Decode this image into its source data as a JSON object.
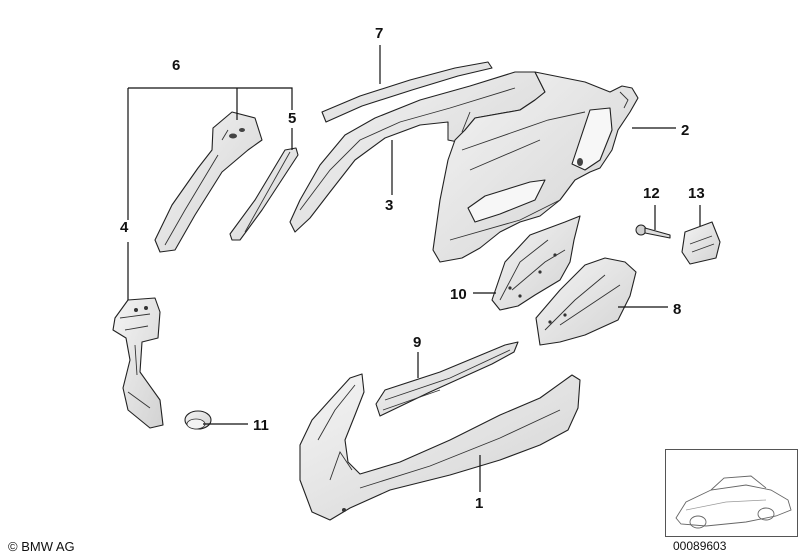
{
  "diagram": {
    "callouts": [
      "1",
      "2",
      "3",
      "4",
      "5",
      "6",
      "7",
      "8",
      "9",
      "10",
      "11",
      "12",
      "13"
    ],
    "footer": {
      "brand": "© BMW AG",
      "code": "00089603"
    },
    "colors": {
      "part_fill": "#ececec",
      "part_shade": "#d6d6d6",
      "line": "#222222"
    }
  }
}
